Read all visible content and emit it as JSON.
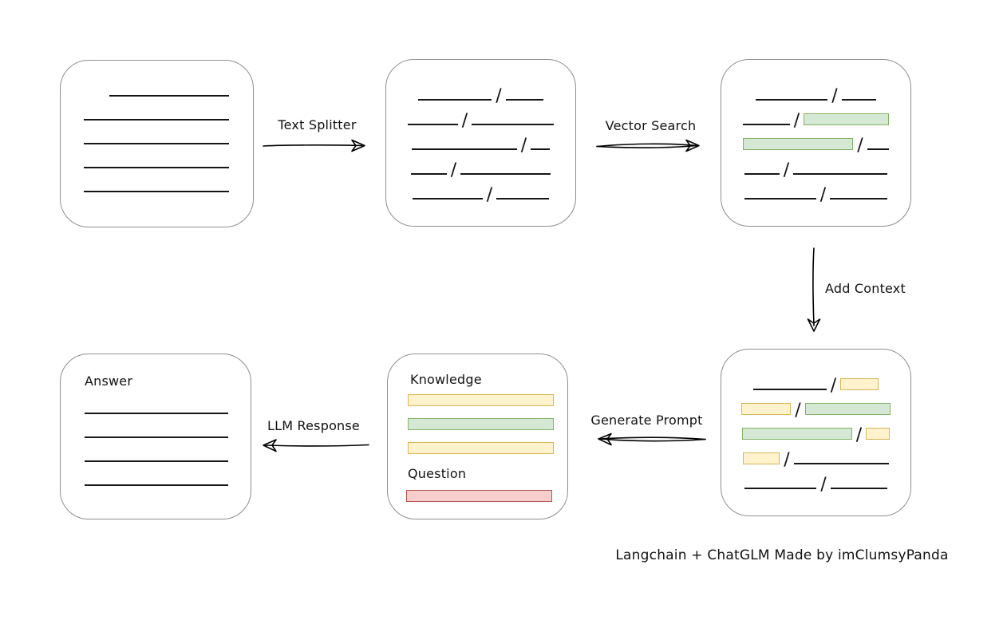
{
  "diagram": {
    "caption": "Langchain + ChatGLM Made by imClumsyPanda",
    "separator": "/",
    "colors": {
      "green_fill": "#d5e8d4",
      "green_border": "#82b366",
      "yellow_fill": "#fff2cc",
      "yellow_border": "#d6b656",
      "red_fill": "#f8cecc",
      "red_border": "#b85450",
      "node_border": "#8f8f8f",
      "line": "#161616"
    },
    "arrows": [
      {
        "name": "text-splitter",
        "label": "Text Splitter",
        "direction": "right"
      },
      {
        "name": "vector-search",
        "label": "Vector Search",
        "direction": "right"
      },
      {
        "name": "add-context",
        "label": "Add Context",
        "direction": "down"
      },
      {
        "name": "generate-prompt",
        "label": "Generate Prompt",
        "direction": "left"
      },
      {
        "name": "llm-response",
        "label": "LLM Response",
        "direction": "left"
      }
    ],
    "nodes": {
      "document": {
        "line_widths": [
          150,
          182,
          182,
          182,
          182
        ]
      },
      "chunks": {
        "rows": [
          [
            {
              "t": "line",
              "w": 92
            },
            {
              "t": "line",
              "w": 47
            }
          ],
          [
            {
              "t": "line",
              "w": 63
            },
            {
              "t": "line",
              "w": 103
            }
          ],
          [
            {
              "t": "line",
              "w": 132
            },
            {
              "t": "line",
              "w": 24
            }
          ],
          [
            {
              "t": "line",
              "w": 45
            },
            {
              "t": "line",
              "w": 113
            }
          ],
          [
            {
              "t": "line",
              "w": 88
            },
            {
              "t": "line",
              "w": 66
            }
          ]
        ]
      },
      "retrieved": {
        "rows": [
          [
            {
              "t": "line",
              "w": 90
            },
            {
              "t": "line",
              "w": 43
            }
          ],
          [
            {
              "t": "line",
              "w": 59
            },
            {
              "t": "green",
              "w": 107
            }
          ],
          [
            {
              "t": "green",
              "w": 138
            },
            {
              "t": "line",
              "w": 27
            }
          ],
          [
            {
              "t": "line",
              "w": 44
            },
            {
              "t": "line",
              "w": 118
            }
          ],
          [
            {
              "t": "line",
              "w": 90
            },
            {
              "t": "line",
              "w": 72
            }
          ]
        ]
      },
      "context": {
        "rows": [
          [
            {
              "t": "line",
              "w": 92
            },
            {
              "t": "yellow",
              "w": 48
            }
          ],
          [
            {
              "t": "yellow",
              "w": 62
            },
            {
              "t": "green",
              "w": 107
            }
          ],
          [
            {
              "t": "green",
              "w": 138
            },
            {
              "t": "yellow",
              "w": 30
            }
          ],
          [
            {
              "t": "yellow",
              "w": 46
            },
            {
              "t": "line",
              "w": 119
            }
          ],
          [
            {
              "t": "line",
              "w": 90
            },
            {
              "t": "line",
              "w": 71
            }
          ]
        ]
      },
      "prompt": {
        "knowledge_label": "Knowledge",
        "question_label": "Question",
        "knowledge_bars": [
          "yellow",
          "green",
          "yellow"
        ],
        "question_bars": [
          "red"
        ]
      },
      "answer": {
        "label": "Answer",
        "line_widths": [
          180,
          180,
          180,
          180
        ]
      }
    }
  }
}
